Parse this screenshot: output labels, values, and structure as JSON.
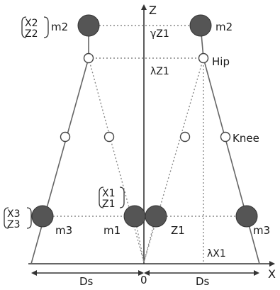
{
  "axes": {
    "x_label": "X",
    "z_label": "Z",
    "origin_label": "0"
  },
  "labels": {
    "m2_left": "m2",
    "m2_right": "m2",
    "gamma_z1": "γZ1",
    "lambda_z1": "λZ1",
    "hip": "Hip",
    "knee": "Knee",
    "m1": "m1",
    "m3_left": "m3",
    "m3_right": "m3",
    "z1": "Z1",
    "lambda_x1": "λX1",
    "ds_left": "Ds",
    "ds_right": "Ds"
  },
  "vectors": {
    "top_left": {
      "top": "X2",
      "bottom": "Z2"
    },
    "mid": {
      "top": "X1",
      "bottom": "Z1"
    },
    "bottom_left": {
      "top": "X3",
      "bottom": "Z3"
    }
  },
  "colors": {
    "mass_fill": "#555555",
    "joint_fill": "#ffffff",
    "line": "#666666"
  }
}
